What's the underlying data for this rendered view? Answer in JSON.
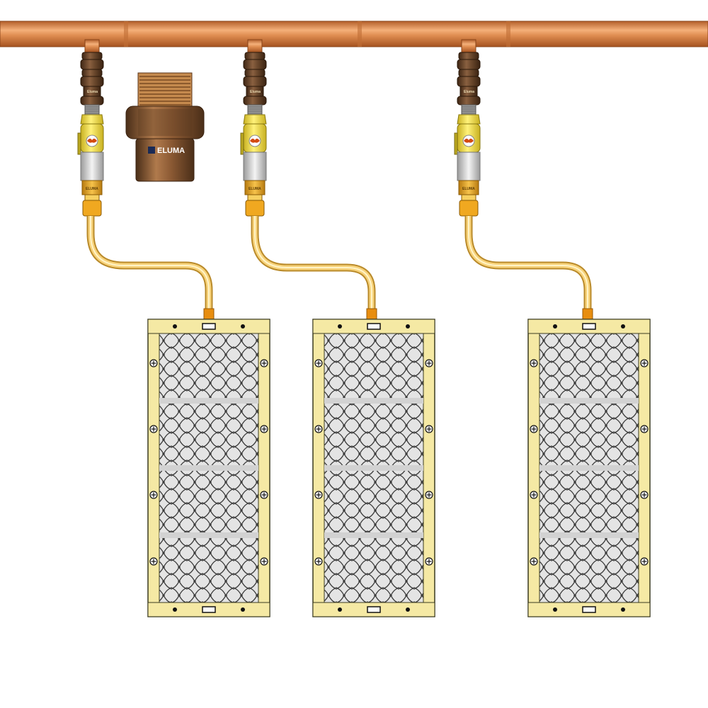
{
  "diagram": {
    "main_pipe": {
      "name": "copper-header-pipe"
    },
    "union_fitting": {
      "brand": "ELUMA"
    },
    "drops": [
      {
        "id": "drop-1",
        "valve_brand": "Eluma",
        "fitting_brand": "ELUMA"
      },
      {
        "id": "drop-2",
        "valve_brand": "Eluma",
        "fitting_brand": "ELUMA"
      },
      {
        "id": "drop-3",
        "valve_brand": "Eluma",
        "fitting_brand": "ELUMA"
      }
    ],
    "panels": [
      {
        "id": "panel-1",
        "mesh_sections": 4
      },
      {
        "id": "panel-2",
        "mesh_sections": 4
      },
      {
        "id": "panel-3",
        "mesh_sections": 4
      }
    ],
    "colors": {
      "copper": "#d9864a",
      "copper_light": "#f2b27c",
      "brass_dark": "#5a3a22",
      "valve_yellow": "#f5e04a",
      "hose": "#f3c86a",
      "frame": "#f4e7a0",
      "mesh_bg": "#d9d9d9",
      "mesh_line": "#444444"
    }
  }
}
